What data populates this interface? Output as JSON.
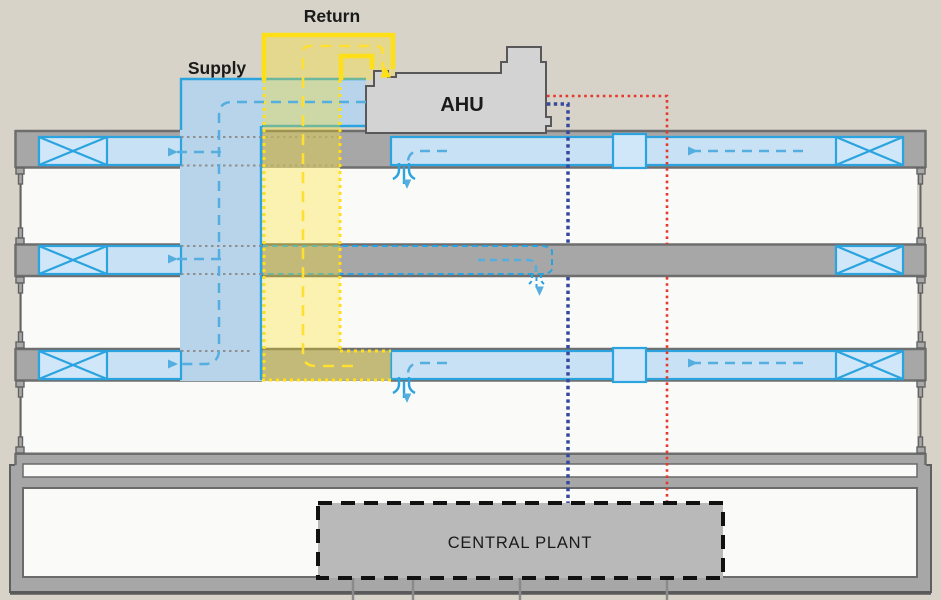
{
  "labels": {
    "return": "Return",
    "supply": "Supply",
    "ahu": "AHU",
    "central_plant": "CENTRAL PLANT"
  },
  "colors": {
    "background": "#d7d3c8",
    "building_gray": "#a7a7a7",
    "slab_line": "#6e6e6e",
    "room_white": "#fafaf9",
    "ahu_gray": "#d3d3d3",
    "supply_blue": "#b7d4ea",
    "duct_blue_fill": "#c9e1f4",
    "duct_blue_line": "#2ba3df",
    "flow_blue": "#55aee0",
    "return_yellow": "#ffdf17",
    "pipe_red": "#e6382c",
    "pipe_navy": "#35489e",
    "plant_gray": "#b9b9b9",
    "label_black": "#1a1a1a"
  }
}
